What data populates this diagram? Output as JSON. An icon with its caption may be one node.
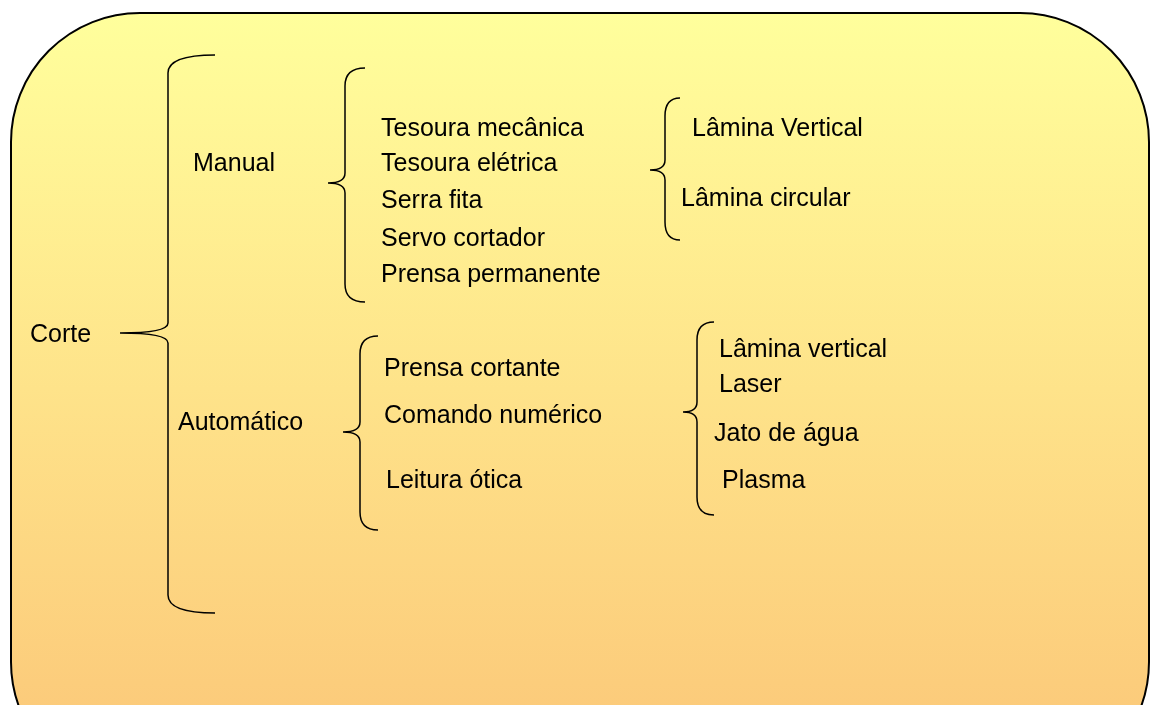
{
  "diagram": {
    "labels": [
      "Corte",
      "Manual",
      "Tesoura mecânica",
      "Tesoura elétrica",
      "Serra fita",
      "Servo cortador",
      "Prensa permanente",
      "Lâmina Vertical",
      "Lâmina circular",
      "Automático",
      "Prensa cortante",
      "Comando numérico",
      "Leitura ótica",
      "Lâmina vertical",
      "Laser",
      "Jato de água",
      "Plasma"
    ]
  }
}
